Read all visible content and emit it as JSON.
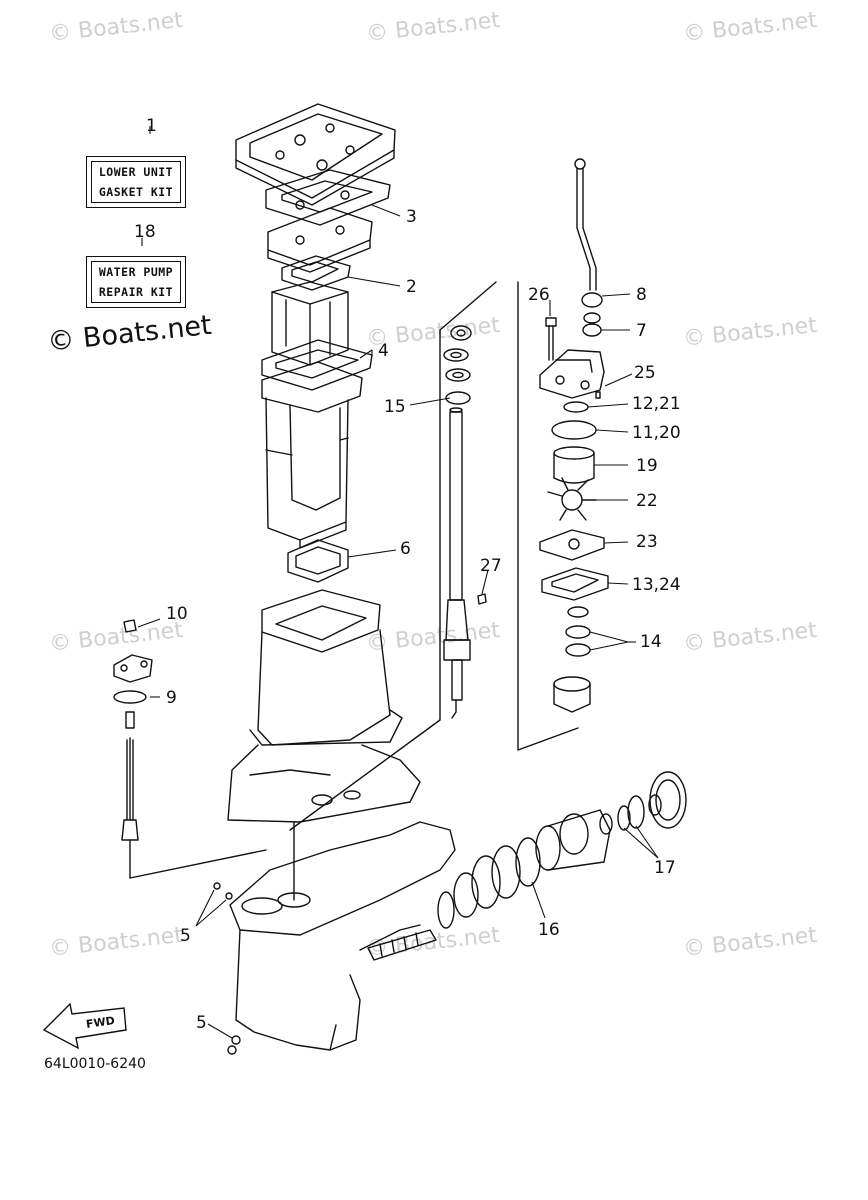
{
  "watermark": {
    "text": "© Boats.net",
    "prominent_text": "© Boats.net"
  },
  "kits": [
    {
      "ref": "1",
      "line1": "LOWER UNIT",
      "line2": "GASKET KIT"
    },
    {
      "ref": "18",
      "line1": "WATER PUMP",
      "line2": "REPAIR KIT"
    }
  ],
  "callouts": {
    "c2": "2",
    "c3": "3",
    "c4": "4",
    "c5a": "5",
    "c5b": "5",
    "c6": "6",
    "c7": "7",
    "c8": "8",
    "c9": "9",
    "c10": "10",
    "c11_20": "11,20",
    "c12_21": "12,21",
    "c13_24": "13,24",
    "c14": "14",
    "c15": "15",
    "c16": "16",
    "c17": "17",
    "c19": "19",
    "c22": "22",
    "c23": "23",
    "c25": "25",
    "c26": "26",
    "c27": "27"
  },
  "fwd_label": "FWD",
  "diagram_code": "64L0010-6240"
}
